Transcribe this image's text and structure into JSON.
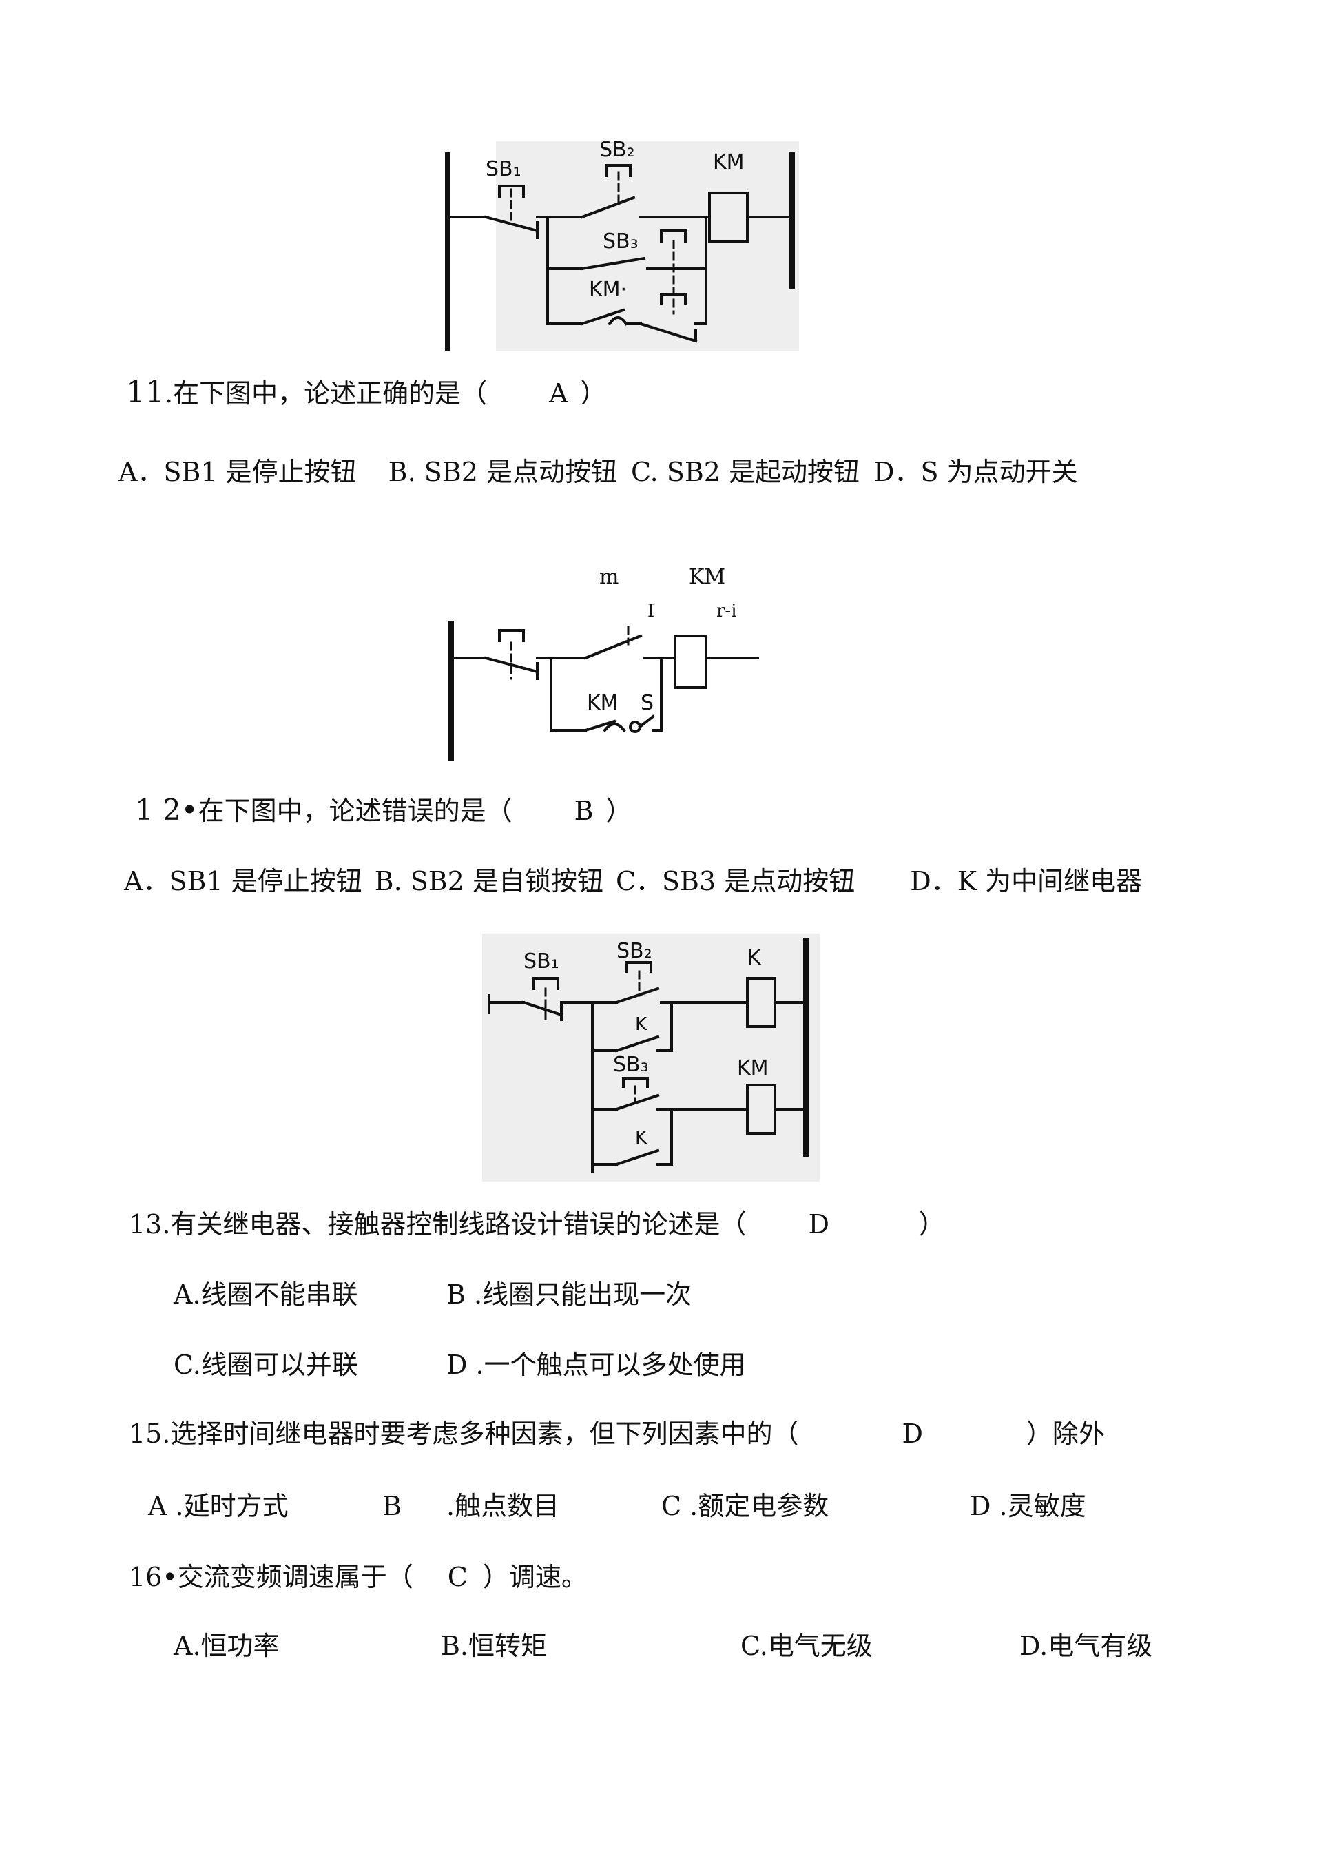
{
  "figures": {
    "fig1": {
      "sb1": "SB₁",
      "sb2": "SB₂",
      "sb3": "SB₃",
      "km_coil": "KM",
      "km_contact": "KM·"
    },
    "fig2": {
      "m": "m",
      "km_top": "KM",
      "i": "I",
      "ri": "r-i",
      "km_contact": "KM",
      "s": "S"
    },
    "fig3": {
      "sb1": "SB₁",
      "sb2": "SB₂",
      "sb3": "SB₃",
      "k_coil": "K",
      "km_coil": "KM",
      "k_contact1": "K",
      "k_contact2": "K"
    }
  },
  "questions": [
    {
      "number": "11",
      "stem": ".在下图中，论述正确的是（",
      "answer": "A",
      "close": "）",
      "options": [
        "A．SB1 是停止按钮",
        "B. SB2 是点动按钮",
        "C. SB2 是起动按钮",
        "D．S 为点动开关"
      ]
    },
    {
      "number": "1 2•",
      "stem": "在下图中，论述错误的是（",
      "answer": "B",
      "close": "）",
      "options": [
        "A．SB1 是停止按钮",
        "B. SB2 是自锁按钮",
        "C．SB3 是点动按钮",
        "D．K 为中间继电器"
      ]
    },
    {
      "number": "13.",
      "stem": "有关继电器、接触器控制线路设计错误的论述是（",
      "answer": "D",
      "close": "）",
      "options": [
        "A.线圈不能串联",
        "B .线圈只能出现一次",
        "C.线圈可以并联",
        "D .一个触点可以多处使用"
      ]
    },
    {
      "number": "15.",
      "stem": "选择时间继电器时要考虑多种因素，但下列因素中的（",
      "answer": "D",
      "close": "）除外",
      "options": [
        "A .延时方式",
        "B",
        ".触点数目",
        "C .额定电参数",
        "D .灵敏度"
      ]
    },
    {
      "number": "16•",
      "stem": "交流变频调速属于（",
      "answer": "C",
      "close": "）调速。",
      "options": [
        "A.恒功率",
        "B.恒转矩",
        "C.电气无级",
        "D.电气有级"
      ]
    }
  ]
}
